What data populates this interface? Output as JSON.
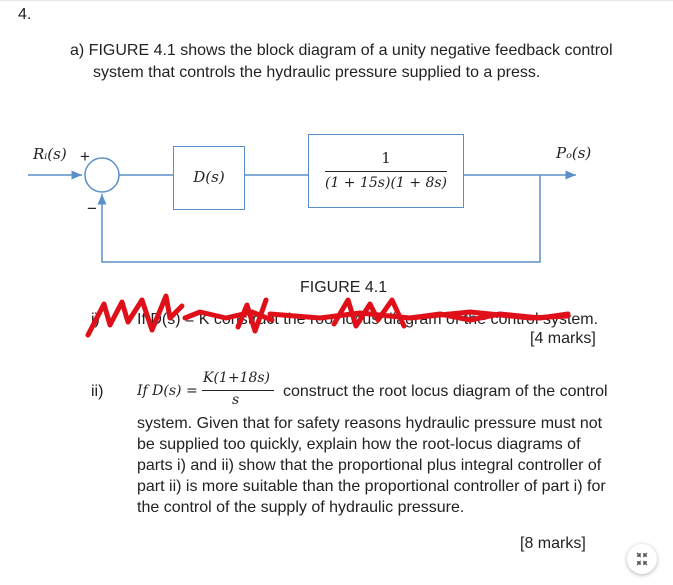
{
  "question_number": "4.",
  "part_a": {
    "line1": "a) FIGURE 4.1 shows the block diagram of a unity negative feedback control",
    "line2": "system that controls the hydraulic pressure supplied to a press."
  },
  "diagram": {
    "input_label": "Rᵢ(s)",
    "plus_sign": "+",
    "minus_sign": "−",
    "controller_label": "D(s)",
    "plant_numerator": "1",
    "plant_denominator": "(1 + 15s)(1 + 8s)",
    "output_label": "Pₒ(s)",
    "caption": "FIGURE 4.1"
  },
  "part_i": {
    "number": "i)",
    "text": "If D(s) = K construct the root locus diagram of the control system.",
    "marks": "[4 marks]"
  },
  "part_ii": {
    "number": "ii)",
    "prefix": "If D(s) =",
    "frac_num": "K(1+18s)",
    "frac_den": "s",
    "suffix": "construct the root locus diagram of the control",
    "lines": [
      "system. Given that for safety reasons hydraulic pressure must not",
      "be supplied too quickly, explain how the root-locus diagrams of",
      "parts i) and ii) show that the proportional plus integral controller of",
      "part ii) is more suitable than the proportional controller of part i) for",
      "the control of the supply of hydraulic pressure."
    ],
    "marks": "[8 marks]"
  },
  "colors": {
    "line": "#5b8fc9",
    "scribble": "#e0101a"
  },
  "icons": {
    "corner": "collapse-icon"
  }
}
